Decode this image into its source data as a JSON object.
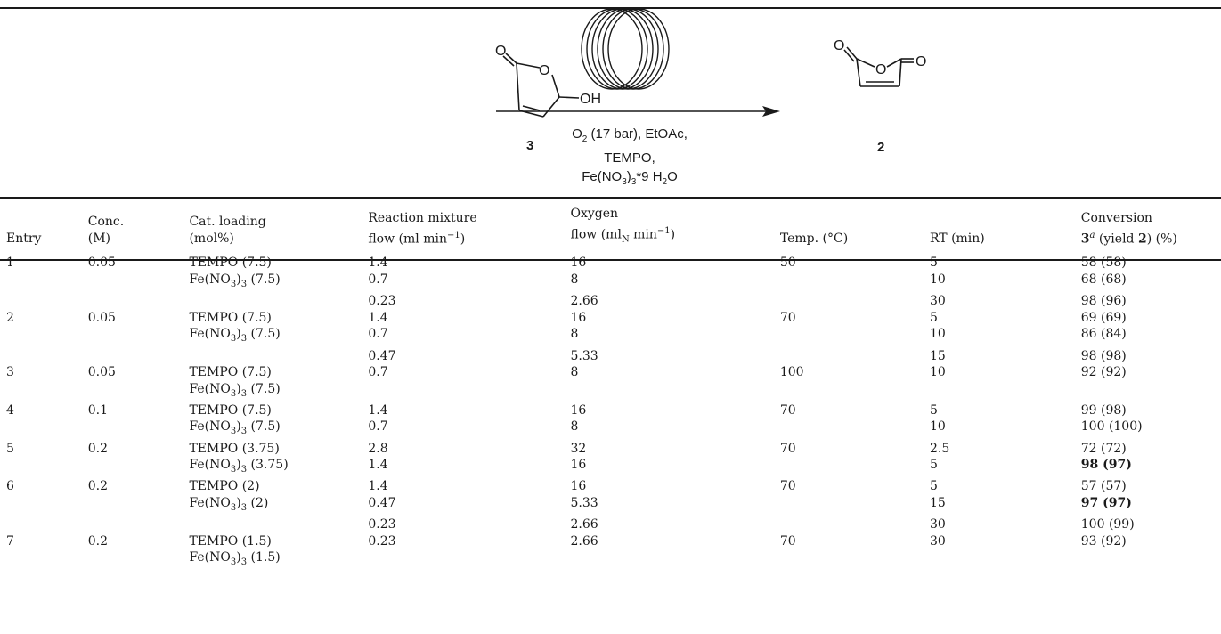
{
  "scheme": {
    "reactant_label": "3",
    "product_label": "2",
    "reactant_oh": "OH",
    "atom_o": "O",
    "conditions": [
      {
        "parts": [
          {
            "t": "O"
          },
          {
            "t": "2",
            "sub": true
          },
          {
            "t": " (17 bar), EtOAc,"
          }
        ]
      },
      {
        "parts": [
          {
            "t": "TEMPO,"
          }
        ]
      },
      {
        "parts": [
          {
            "t": "Fe(NO"
          },
          {
            "t": "3",
            "sub": true
          },
          {
            "t": ")"
          },
          {
            "t": "3",
            "sub": true
          },
          {
            "t": "*9 H"
          },
          {
            "t": "2",
            "sub": true
          },
          {
            "t": "O"
          }
        ]
      }
    ]
  },
  "table": {
    "headers": [
      [
        {
          "t": "Entry"
        }
      ],
      [
        {
          "t": "Conc."
        },
        {
          "br": true
        },
        {
          "t": "(M)"
        }
      ],
      [
        {
          "t": "Cat. loading"
        },
        {
          "br": true
        },
        {
          "t": "(mol%)"
        }
      ],
      [
        {
          "t": "Reaction mixture"
        },
        {
          "br": true
        },
        {
          "t": "flow (ml min"
        },
        {
          "t": "−1",
          "sup": true
        },
        {
          "t": ")"
        }
      ],
      [
        {
          "t": "Oxygen"
        },
        {
          "br": true
        },
        {
          "t": "flow (ml"
        },
        {
          "t": "N",
          "sub": true
        },
        {
          "t": " min"
        },
        {
          "t": "−1",
          "sup": true
        },
        {
          "t": ")"
        }
      ],
      [
        {
          "t": "Temp. (°C)"
        }
      ],
      [
        {
          "t": "RT (min)"
        }
      ],
      [
        {
          "t": "Conversion"
        },
        {
          "br": true
        },
        {
          "t": "3",
          "b": true
        },
        {
          "t": "a",
          "sup": true,
          "i": true
        },
        {
          "t": " (yield "
        },
        {
          "t": "2",
          "b": true
        },
        {
          "t": ") (%)"
        }
      ]
    ],
    "rows": [
      {
        "entry": "1",
        "conc": "0.05",
        "cat": [
          "TEMPO (7.5)",
          "Fe(NO3)3 (7.5)"
        ],
        "flow": [
          "1.4",
          "0.7",
          "0.23"
        ],
        "oxygen": [
          "16",
          "8",
          "2.66"
        ],
        "temp": "50",
        "rt": [
          "5",
          "10",
          "30"
        ],
        "conv": [
          {
            "v": "58 (58)"
          },
          {
            "v": "68 (68)"
          },
          {
            "v": "98 (96)"
          }
        ]
      },
      {
        "entry": "2",
        "conc": "0.05",
        "cat": [
          "TEMPO (7.5)",
          "Fe(NO3)3 (7.5)"
        ],
        "flow": [
          "1.4",
          "0.7",
          "0.47"
        ],
        "oxygen": [
          "16",
          "8",
          "5.33"
        ],
        "temp": "70",
        "rt": [
          "5",
          "10",
          "15"
        ],
        "conv": [
          {
            "v": "69 (69)"
          },
          {
            "v": "86 (84)"
          },
          {
            "v": "98 (98)"
          }
        ]
      },
      {
        "entry": "3",
        "conc": "0.05",
        "cat": [
          "TEMPO (7.5)",
          "Fe(NO3)3 (7.5)"
        ],
        "flow": [
          "0.7"
        ],
        "oxygen": [
          "8"
        ],
        "temp": "100",
        "rt": [
          "10"
        ],
        "conv": [
          {
            "v": "92 (92)"
          }
        ]
      },
      {
        "entry": "4",
        "conc": "0.1",
        "cat": [
          "TEMPO (7.5)",
          "Fe(NO3)3 (7.5)"
        ],
        "flow": [
          "1.4",
          "0.7"
        ],
        "oxygen": [
          "16",
          "8"
        ],
        "temp": "70",
        "rt": [
          "5",
          "10"
        ],
        "conv": [
          {
            "v": "99 (98)"
          },
          {
            "v": "100 (100)"
          }
        ]
      },
      {
        "entry": "5",
        "conc": "0.2",
        "cat": [
          "TEMPO (3.75)",
          "Fe(NO3)3 (3.75)"
        ],
        "flow": [
          "2.8",
          "1.4"
        ],
        "oxygen": [
          "32",
          "16"
        ],
        "temp": "70",
        "rt": [
          "2.5",
          "5"
        ],
        "conv": [
          {
            "v": "72 (72)"
          },
          {
            "v": "98 (97)",
            "bold": true
          }
        ]
      },
      {
        "entry": "6",
        "conc": "0.2",
        "cat": [
          "TEMPO (2)",
          "Fe(NO3)3 (2)"
        ],
        "flow": [
          "1.4",
          "0.47",
          "0.23"
        ],
        "oxygen": [
          "16",
          "5.33",
          "2.66"
        ],
        "temp": "70",
        "rt": [
          "5",
          "15",
          "30"
        ],
        "conv": [
          {
            "v": "57 (57)"
          },
          {
            "v": "97 (97)",
            "bold": true
          },
          {
            "v": "100 (99)"
          }
        ]
      },
      {
        "entry": "7",
        "conc": "0.2",
        "cat": [
          "TEMPO (1.5)",
          "Fe(NO3)3 (1.5)"
        ],
        "flow": [
          "0.23"
        ],
        "oxygen": [
          "2.66"
        ],
        "temp": "70",
        "rt": [
          "30"
        ],
        "conv": [
          {
            "v": "93 (92)"
          }
        ]
      }
    ]
  }
}
